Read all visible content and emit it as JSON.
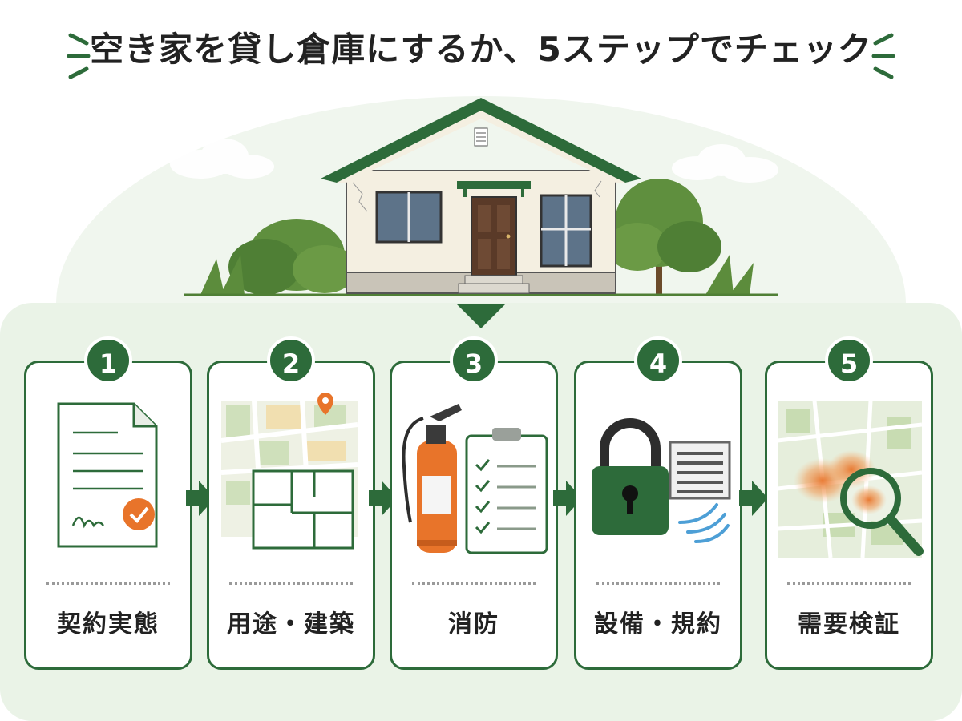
{
  "title": "空き家を貸し倉庫にするか、5ステップでチェック",
  "colors": {
    "primary_green": "#2d6b3a",
    "accent_orange": "#e8742a",
    "background_mint": "#eef5ec"
  },
  "steps": [
    {
      "number": "1",
      "label": "契約実態",
      "icon": "contract-document-icon"
    },
    {
      "number": "2",
      "label": "用途・建築",
      "icon": "map-floorplan-icon"
    },
    {
      "number": "3",
      "label": "消防",
      "icon": "fire-extinguisher-checklist-icon"
    },
    {
      "number": "4",
      "label": "設備・規約",
      "icon": "padlock-vent-icon"
    },
    {
      "number": "5",
      "label": "需要検証",
      "icon": "heatmap-magnifier-icon"
    }
  ]
}
